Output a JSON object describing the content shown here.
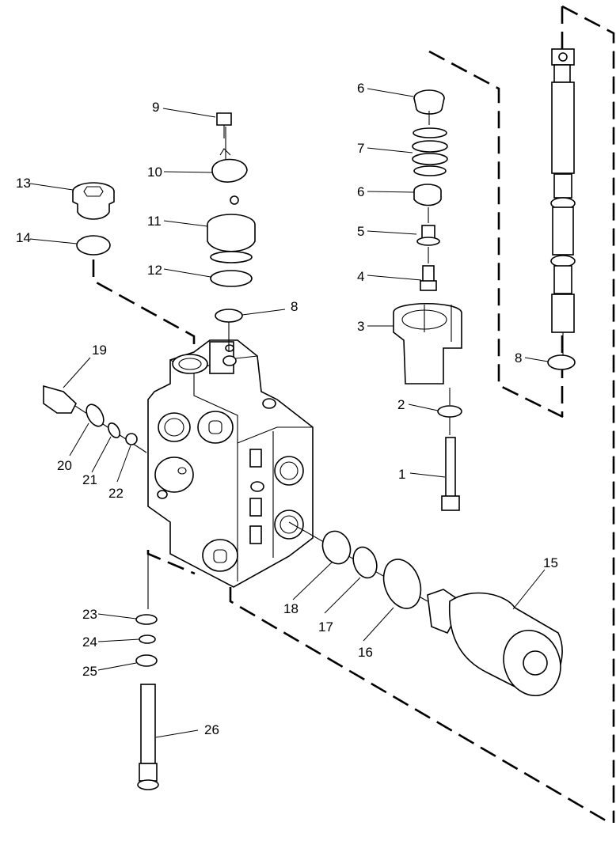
{
  "callouts": [
    {
      "id": "c1",
      "text": "1"
    },
    {
      "id": "c2",
      "text": "2"
    },
    {
      "id": "c3",
      "text": "3"
    },
    {
      "id": "c4",
      "text": "4"
    },
    {
      "id": "c5",
      "text": "5"
    },
    {
      "id": "c6a",
      "text": "6"
    },
    {
      "id": "c6b",
      "text": "6"
    },
    {
      "id": "c7",
      "text": "7"
    },
    {
      "id": "c8a",
      "text": "8"
    },
    {
      "id": "c8b",
      "text": "8"
    },
    {
      "id": "c9",
      "text": "9"
    },
    {
      "id": "c10",
      "text": "10"
    },
    {
      "id": "c11",
      "text": "11"
    },
    {
      "id": "c12",
      "text": "12"
    },
    {
      "id": "c13",
      "text": "13"
    },
    {
      "id": "c14",
      "text": "14"
    },
    {
      "id": "c15",
      "text": "15"
    },
    {
      "id": "c16",
      "text": "16"
    },
    {
      "id": "c17",
      "text": "17"
    },
    {
      "id": "c18",
      "text": "18"
    },
    {
      "id": "c19",
      "text": "19"
    },
    {
      "id": "c20",
      "text": "20"
    },
    {
      "id": "c21",
      "text": "21"
    },
    {
      "id": "c22",
      "text": "22"
    },
    {
      "id": "c23",
      "text": "23"
    },
    {
      "id": "c24",
      "text": "24"
    },
    {
      "id": "c25",
      "text": "25"
    },
    {
      "id": "c26",
      "text": "26"
    }
  ]
}
